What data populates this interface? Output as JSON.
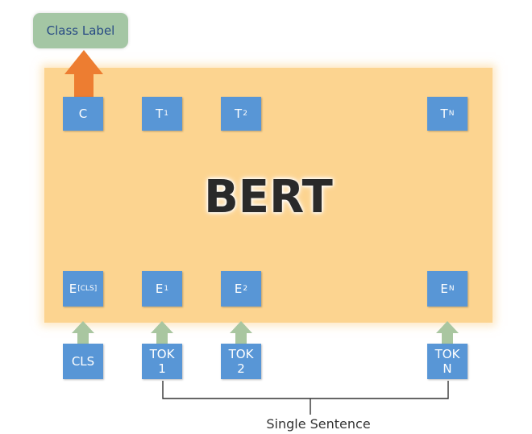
{
  "class_label": "Class Label",
  "model_name": "BERT",
  "outputs": [
    {
      "main": "C",
      "sub": ""
    },
    {
      "main": "T",
      "sub": "1"
    },
    {
      "main": "T",
      "sub": "2"
    },
    {
      "main": "T",
      "sub": "N"
    }
  ],
  "embeddings": [
    {
      "main": "E",
      "sub": "[CLS]"
    },
    {
      "main": "E",
      "sub": "1"
    },
    {
      "main": "E",
      "sub": "2"
    },
    {
      "main": "E",
      "sub": "N"
    }
  ],
  "tokens": [
    {
      "line1": "CLS",
      "line2": ""
    },
    {
      "line1": "TOK",
      "line2": "1"
    },
    {
      "line1": "TOK",
      "line2": "2"
    },
    {
      "line1": "TOK",
      "line2": "N"
    }
  ],
  "caption": "Single Sentence",
  "colors": {
    "panel": "#fcd490",
    "box": "#5896d6",
    "class_label_bg": "#a4c6a4",
    "class_label_text": "#274a84",
    "output_arrow": "#ed7d31",
    "input_arrow": "#a9c6a0"
  }
}
